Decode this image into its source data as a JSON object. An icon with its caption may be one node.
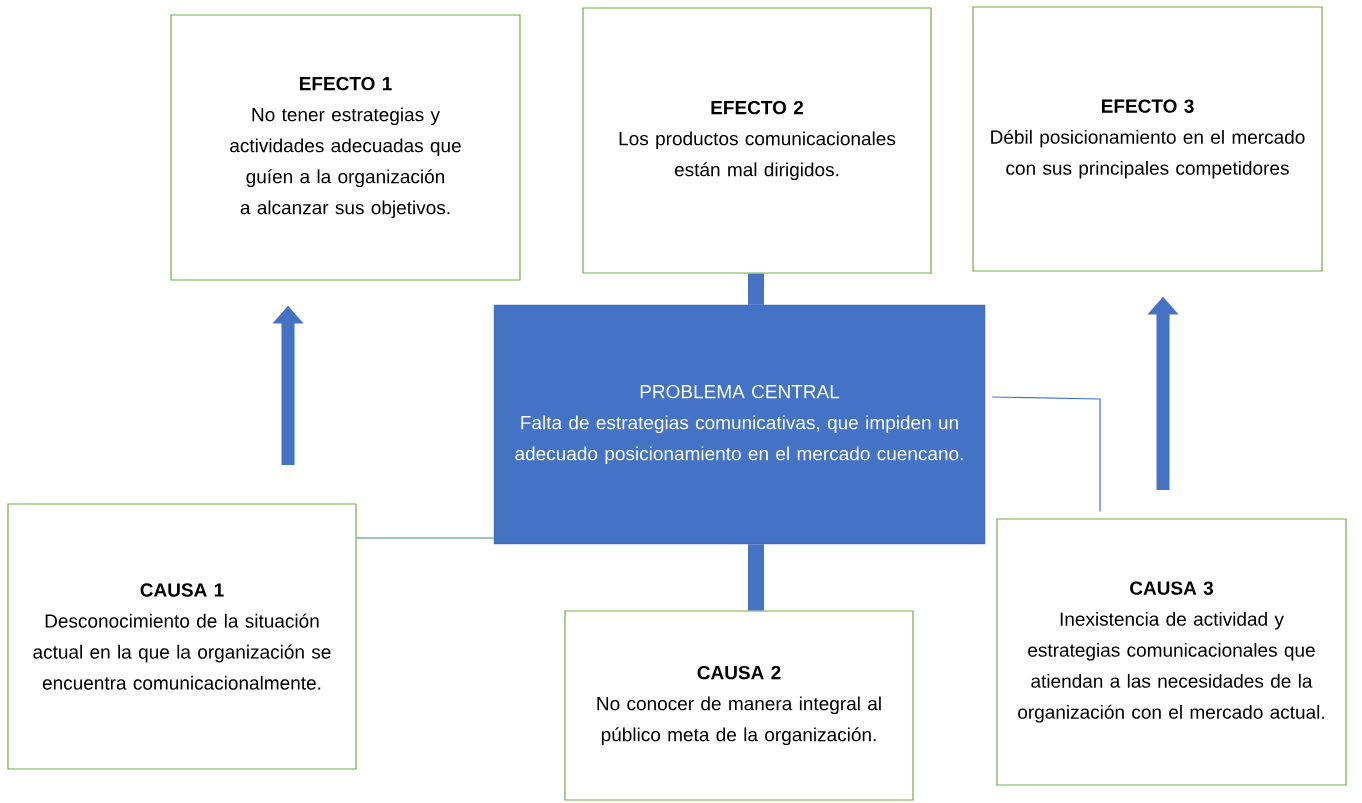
{
  "diagram": {
    "nodes": [
      {
        "text": [
          "EFECTO 1",
          "No tener estrategias y actividades adecuadas que guíen a la organización a alcanzar sus objetivos."
        ]
      },
      {
        "text": [
          "EFECTO 2",
          "Los productos comunicacionales están mal dirigidos."
        ]
      },
      {
        "text": [
          "EFECTO 3",
          "Débil posicionamiento en el mercado con sus principales competidores"
        ]
      },
      {
        "text": [
          "PROBLEMA CENTRAL",
          "Falta de estrategias comunicativas, que impiden un adecuado posicionamiento en el mercado cuencano."
        ]
      },
      {
        "text": [
          "CAUSA 1",
          "Desconocimiento de la situación actual en la que la organización se encuentra comunicacionalmente."
        ]
      },
      {
        "text": [
          "CAUSA 2",
          "No conocer de manera integral al público meta de la organización."
        ]
      },
      {
        "text": [
          "CAUSA 3",
          "Inexistencia de actividad y estrategias comunicacionales que atiendan a las necesidades de la organización con el mercado actual."
        ]
      }
    ],
    "edges": [
      {
        "from": 1,
        "to": 3,
        "arrow": "none"
      },
      {
        "from": 3,
        "to": 5,
        "arrow": "none"
      },
      {
        "from": 4,
        "to": 3,
        "arrow": "none"
      },
      {
        "from": 3,
        "to": 6,
        "arrow": "none"
      },
      {
        "from": null,
        "to": 0,
        "arrow": "to"
      },
      {
        "from": null,
        "to": 2,
        "arrow": "to"
      }
    ]
  }
}
